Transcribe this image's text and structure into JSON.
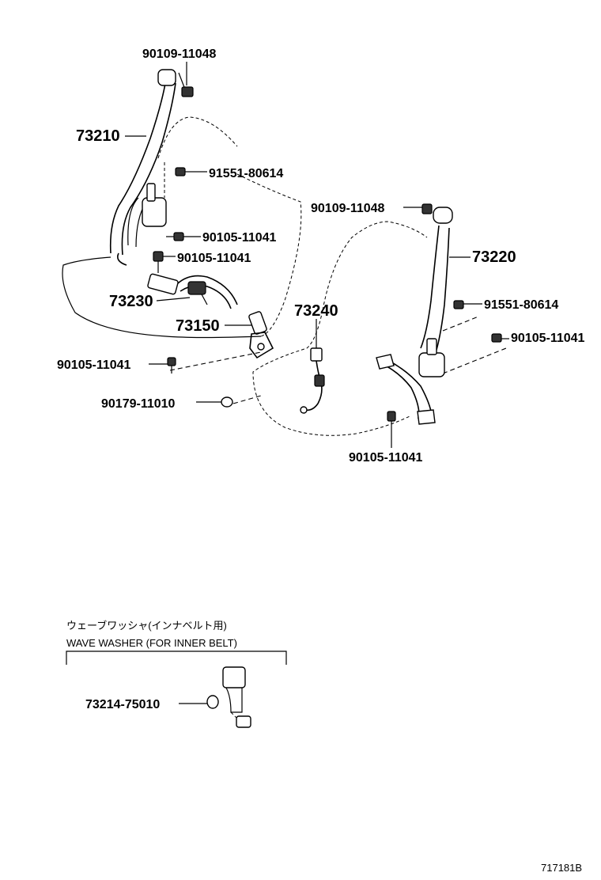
{
  "labels": {
    "top_bolt_left": "90109-11048",
    "belt_left": "73210",
    "bolt_91551_left": "91551-80614",
    "bolt_90105_a": "90105-11041",
    "bolt_90105_b": "90105-11041",
    "inner_belt_73230": "73230",
    "buckle_73150": "73150",
    "bolt_90105_c": "90105-11041",
    "nut_90179": "90179-11010",
    "top_bolt_right": "90109-11048",
    "belt_right": "73220",
    "wire_73240": "73240",
    "bolt_91551_right": "91551-80614",
    "bolt_90105_d": "90105-11041",
    "bolt_90105_e": "90105-11041",
    "washer_part": "73214-75010"
  },
  "inset": {
    "title_jp": "ウェーブワッシャ(インナベルト用)",
    "title_en": "WAVE WASHER (FOR INNER BELT)"
  },
  "diagram_code": "717181B"
}
